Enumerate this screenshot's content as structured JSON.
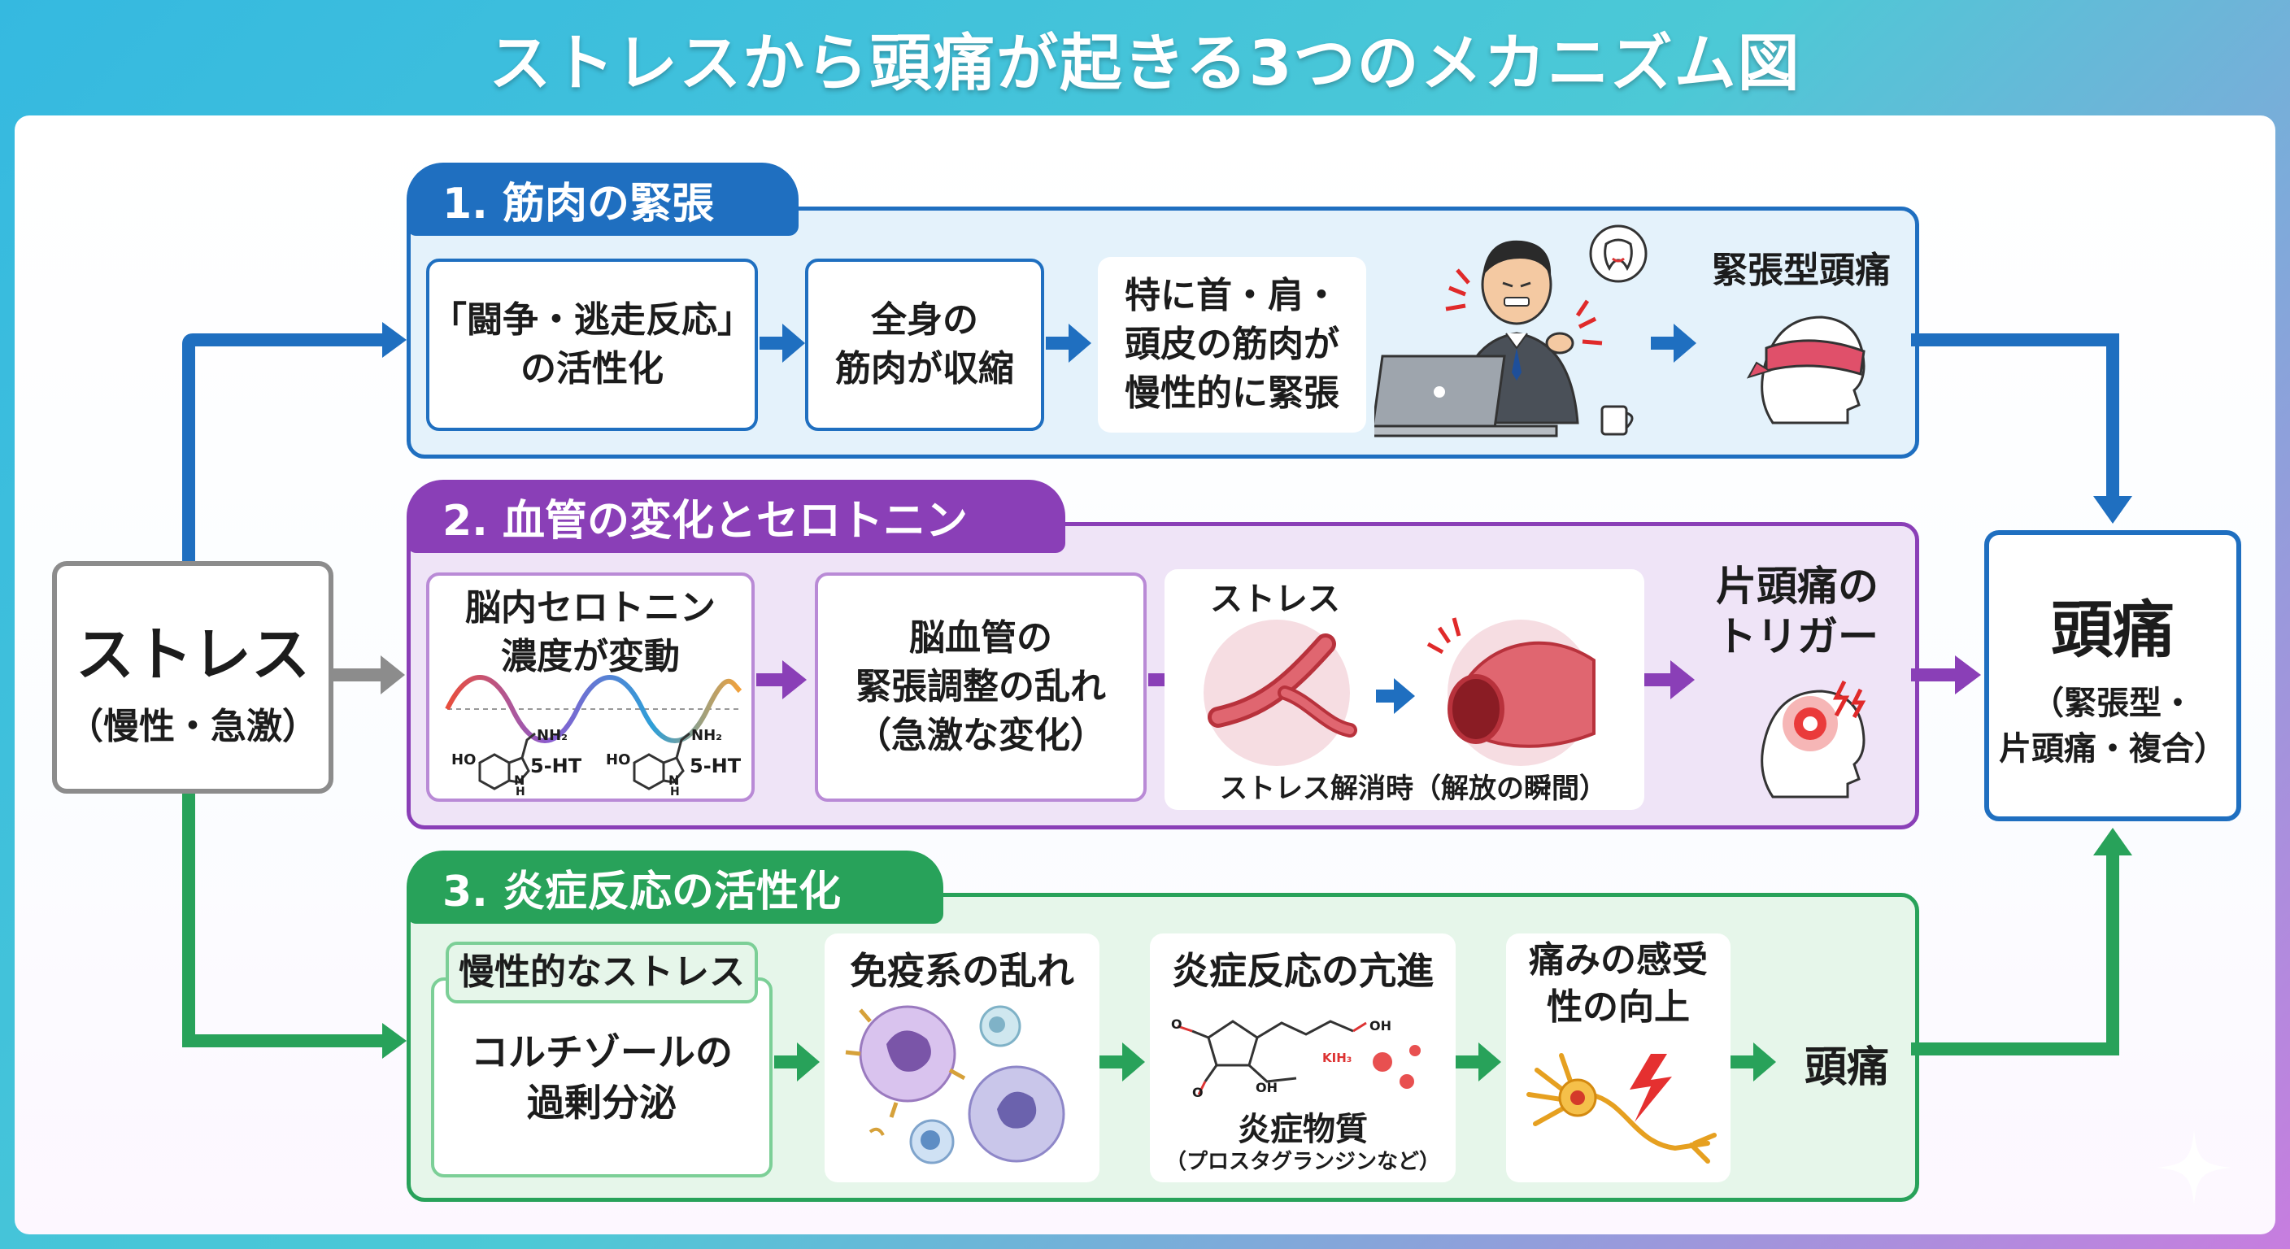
{
  "title": "ストレスから頭痛が起きる3つのメカニズム図",
  "colors": {
    "section1": "#1f6fc0",
    "section2": "#8a3fb7",
    "section3": "#28a25a",
    "stress": "#8c8c8c"
  },
  "stress": {
    "main": "ストレス",
    "sub": "（慢性・急激）"
  },
  "headache": {
    "main": "頭痛",
    "sub1": "（緊張型・",
    "sub2": "片頭痛・複合）"
  },
  "section1": {
    "tab": "1. 筋肉の緊張",
    "box1": {
      "line1": "「闘争・逃走反応」",
      "line2": "の活性化"
    },
    "box2": {
      "line1": "全身の",
      "line2": "筋肉が収縮"
    },
    "box3": {
      "line1": "特に首・肩・",
      "line2": "頭皮の筋肉が",
      "line3": "慢性的に緊張"
    },
    "result": "緊張型頭痛"
  },
  "section2": {
    "tab": "2. 血管の変化とセロトニン",
    "box1": {
      "line1": "脳内セロトニン",
      "line2": "濃度が変動",
      "molecule": "5-HT",
      "ho": "HO",
      "nh2": "NH₂",
      "n": "N",
      "h": "H"
    },
    "box2": {
      "line1": "脳血管の",
      "line2": "緊張調整の乱れ",
      "line3": "（急激な変化）"
    },
    "vessel": {
      "top": "ストレス",
      "bottom": "ストレス解消時（解放の瞬間）"
    },
    "result": {
      "line1": "片頭痛の",
      "line2": "トリガー"
    }
  },
  "section3": {
    "tab": "3. 炎症反応の活性化",
    "box1": {
      "header": "慢性的なストレス",
      "line1": "コルチゾールの",
      "line2": "過剰分泌"
    },
    "box2": {
      "header": "免疫系の乱れ"
    },
    "box3": {
      "header": "炎症反応の亢進",
      "line1": "炎症物質",
      "line2": "（プロスタグランジンなど）",
      "oh1": "OH",
      "oh2": "OH",
      "o1": "O",
      "o2": "O",
      "kh": "KIH₃"
    },
    "box4": {
      "line1": "痛みの感受",
      "line2": "性の向上"
    },
    "result": "頭痛"
  }
}
